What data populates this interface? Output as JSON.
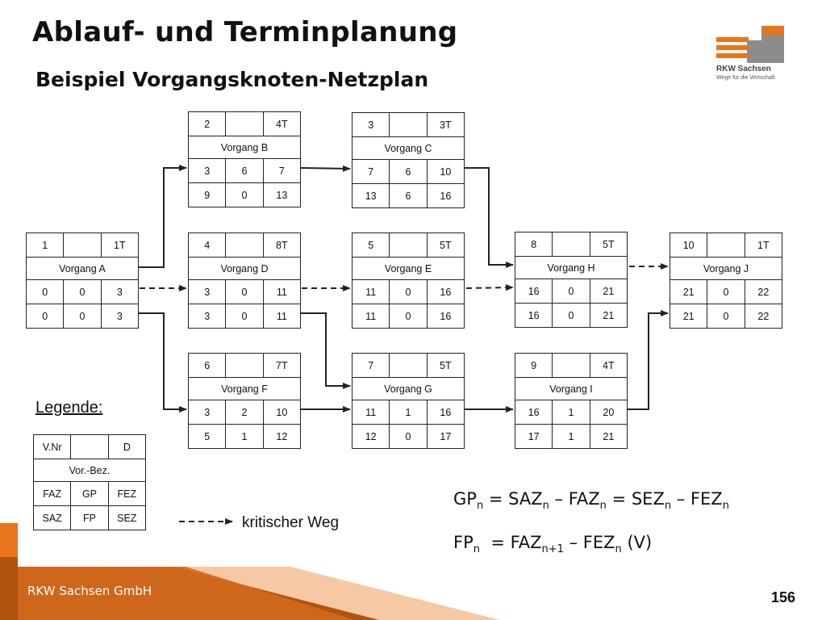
{
  "title": "Ablauf- und Terminplanung",
  "subtitle": "Beispiel Vorgangsknoten-Netzplan",
  "logo": {
    "name": "RKW Sachsen",
    "tagline": "Wege für die Wirtschaft"
  },
  "nodes": {
    "A": {
      "nr": "1",
      "d": "1T",
      "name": "Vorgang A",
      "faz": "0",
      "gp": "0",
      "fez": "3",
      "saz": "0",
      "fp": "0",
      "sez": "3"
    },
    "B": {
      "nr": "2",
      "d": "4T",
      "name": "Vorgang B",
      "faz": "3",
      "gp": "6",
      "fez": "7",
      "saz": "9",
      "fp": "0",
      "sez": "13"
    },
    "C": {
      "nr": "3",
      "d": "3T",
      "name": "Vorgang C",
      "faz": "7",
      "gp": "6",
      "fez": "10",
      "saz": "13",
      "fp": "6",
      "sez": "16"
    },
    "D": {
      "nr": "4",
      "d": "8T",
      "name": "Vorgang D",
      "faz": "3",
      "gp": "0",
      "fez": "11",
      "saz": "3",
      "fp": "0",
      "sez": "11"
    },
    "E": {
      "nr": "5",
      "d": "5T",
      "name": "Vorgang E",
      "faz": "11",
      "gp": "0",
      "fez": "16",
      "saz": "11",
      "fp": "0",
      "sez": "16"
    },
    "F": {
      "nr": "6",
      "d": "7T",
      "name": "Vorgang F",
      "faz": "3",
      "gp": "2",
      "fez": "10",
      "saz": "5",
      "fp": "1",
      "sez": "12"
    },
    "G": {
      "nr": "7",
      "d": "5T",
      "name": "Vorgang G",
      "faz": "11",
      "gp": "1",
      "fez": "16",
      "saz": "12",
      "fp": "0",
      "sez": "17"
    },
    "H": {
      "nr": "8",
      "d": "5T",
      "name": "Vorgang H",
      "faz": "16",
      "gp": "0",
      "fez": "21",
      "saz": "16",
      "fp": "0",
      "sez": "21"
    },
    "I": {
      "nr": "9",
      "d": "4T",
      "name": "Vorgang I",
      "faz": "16",
      "gp": "1",
      "fez": "20",
      "saz": "17",
      "fp": "1",
      "sez": "21"
    },
    "J": {
      "nr": "10",
      "d": "1T",
      "name": "Vorgang J",
      "faz": "21",
      "gp": "0",
      "fez": "22",
      "saz": "21",
      "fp": "0",
      "sez": "22"
    }
  },
  "legend": {
    "title": "Legende:",
    "node": {
      "nr": "V.Nr",
      "d": "D",
      "name": "Vor.-Bez.",
      "faz": "FAZ",
      "gp": "GP",
      "fez": "FEZ",
      "saz": "SAZ",
      "fp": "FP",
      "sez": "SEZ"
    },
    "critical_path_label": "kritischer Weg"
  },
  "formulas": {
    "gp": {
      "lhs": "GP",
      "lhs_sub": "n",
      "t1": "SAZ",
      "t1_sub": "n",
      "t2": "FAZ",
      "t2_sub": "n",
      "t3": "SEZ",
      "t3_sub": "n",
      "t4": "FEZ",
      "t4_sub": "n"
    },
    "fp": {
      "lhs": "FP",
      "lhs_sub": "n",
      "t1": "FAZ",
      "t1_sub": "n+1",
      "t2": "FEZ",
      "t2_sub": "n",
      "suffix": "(V)"
    }
  },
  "footer": {
    "company": "RKW Sachsen GmbH",
    "page": "156"
  },
  "colors": {
    "orange": "#E8751A",
    "logo_gray": "#8C8C8C",
    "line": "#222222"
  }
}
